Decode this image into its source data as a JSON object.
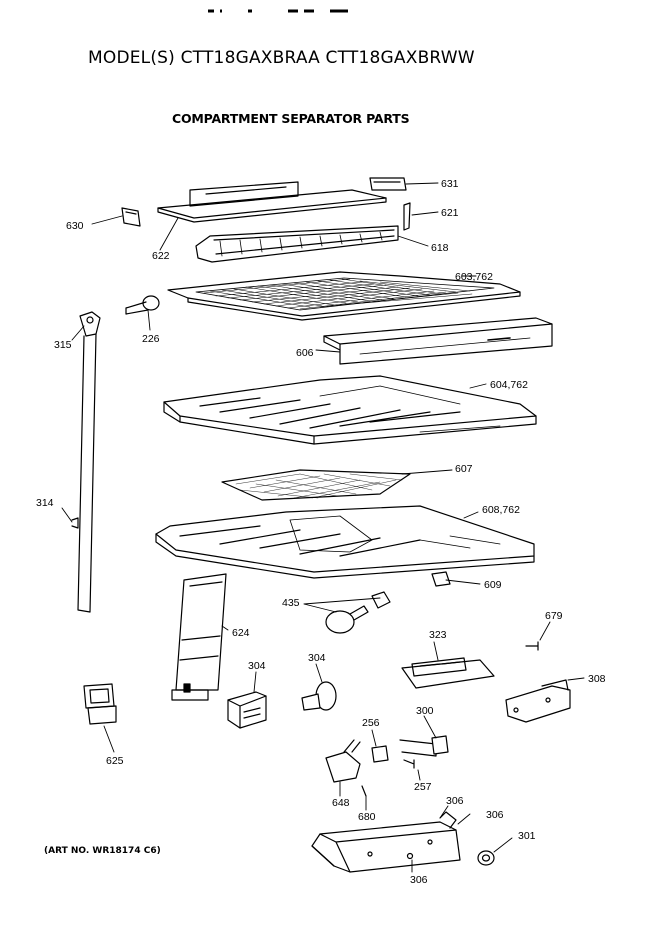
{
  "header": {
    "model_line": "MODEL(S) CTT18GAXBRAA  CTT18GAXBRWW",
    "section_title": "COMPARTMENT SEPARATOR PARTS"
  },
  "footer": {
    "art_number": "(ART NO. WR18174 C6)"
  },
  "part_labels": {
    "p631": "631",
    "p630": "630",
    "p621": "621",
    "p622": "622",
    "p618": "618",
    "p603": "603,762",
    "p226": "226",
    "p315": "315",
    "p606": "606",
    "p604": "604,762",
    "p607": "607",
    "p314": "314",
    "p608": "608,762",
    "p609": "609",
    "p435": "435",
    "p624": "624",
    "p679": "679",
    "p323": "323",
    "p304a": "304",
    "p304b": "304",
    "p308": "308",
    "p625": "625",
    "p300": "300",
    "p256": "256",
    "p257": "257",
    "p648": "648",
    "p680": "680",
    "p306a": "306",
    "p306b": "306",
    "p306c": "306",
    "p301": "301"
  }
}
